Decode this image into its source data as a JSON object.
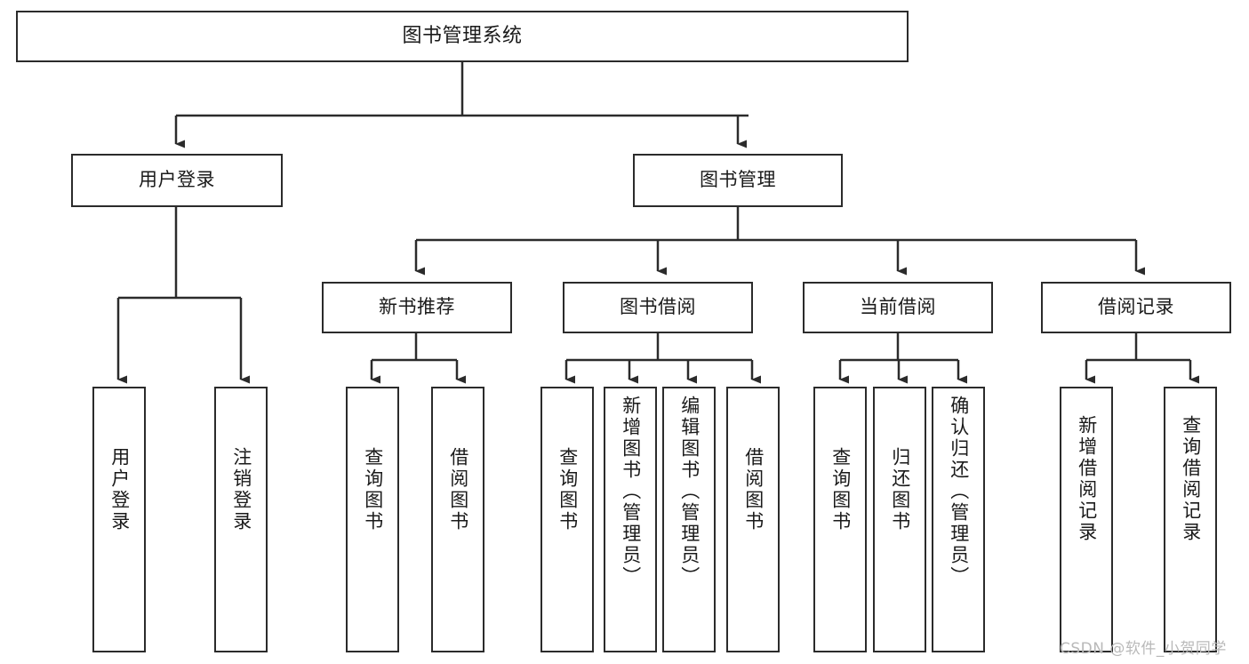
{
  "diagram": {
    "title": "图书管理系统",
    "type": "tree-hierarchy-chart",
    "colors": {
      "stroke": "#2b2b2b",
      "fill": "#ffffff",
      "text": "#1a1a1a",
      "watermark": "#b9b9b9"
    },
    "watermark": "CSDN @软件_小贺同学"
  },
  "nodes": {
    "root": {
      "label": "图书管理系统"
    },
    "level1": [
      {
        "id": "user-login",
        "label": "用户登录"
      },
      {
        "id": "book-management",
        "label": "图书管理"
      }
    ],
    "level2": [
      {
        "id": "new-book-recommend",
        "label": "新书推荐"
      },
      {
        "id": "book-borrow",
        "label": "图书借阅"
      },
      {
        "id": "current-borrow",
        "label": "当前借阅"
      },
      {
        "id": "borrow-record",
        "label": "借阅记录"
      }
    ],
    "leaves": {
      "user-login": [
        {
          "id": "leaf-user-login",
          "label": "用户登录"
        },
        {
          "id": "leaf-logout-login",
          "label": "注销登录"
        }
      ],
      "new-book-recommend": [
        {
          "id": "leaf-query-book-1",
          "label": "查询图书"
        },
        {
          "id": "leaf-borrow-book-1",
          "label": "借阅图书"
        }
      ],
      "book-borrow": [
        {
          "id": "leaf-query-book-2",
          "label": "查询图书"
        },
        {
          "id": "leaf-add-book",
          "label": "新增图书（管理员）"
        },
        {
          "id": "leaf-edit-book",
          "label": "编辑图书（管理员）"
        },
        {
          "id": "leaf-borrow-book-2",
          "label": "借阅图书"
        }
      ],
      "current-borrow": [
        {
          "id": "leaf-query-book-3",
          "label": "查询图书"
        },
        {
          "id": "leaf-return-book",
          "label": "归还图书"
        },
        {
          "id": "leaf-confirm-return",
          "label": "确认归还（管理员）"
        }
      ],
      "borrow-record": [
        {
          "id": "leaf-add-record",
          "label": "新增借阅记录"
        },
        {
          "id": "leaf-query-record",
          "label": "查询借阅记录"
        }
      ]
    }
  }
}
